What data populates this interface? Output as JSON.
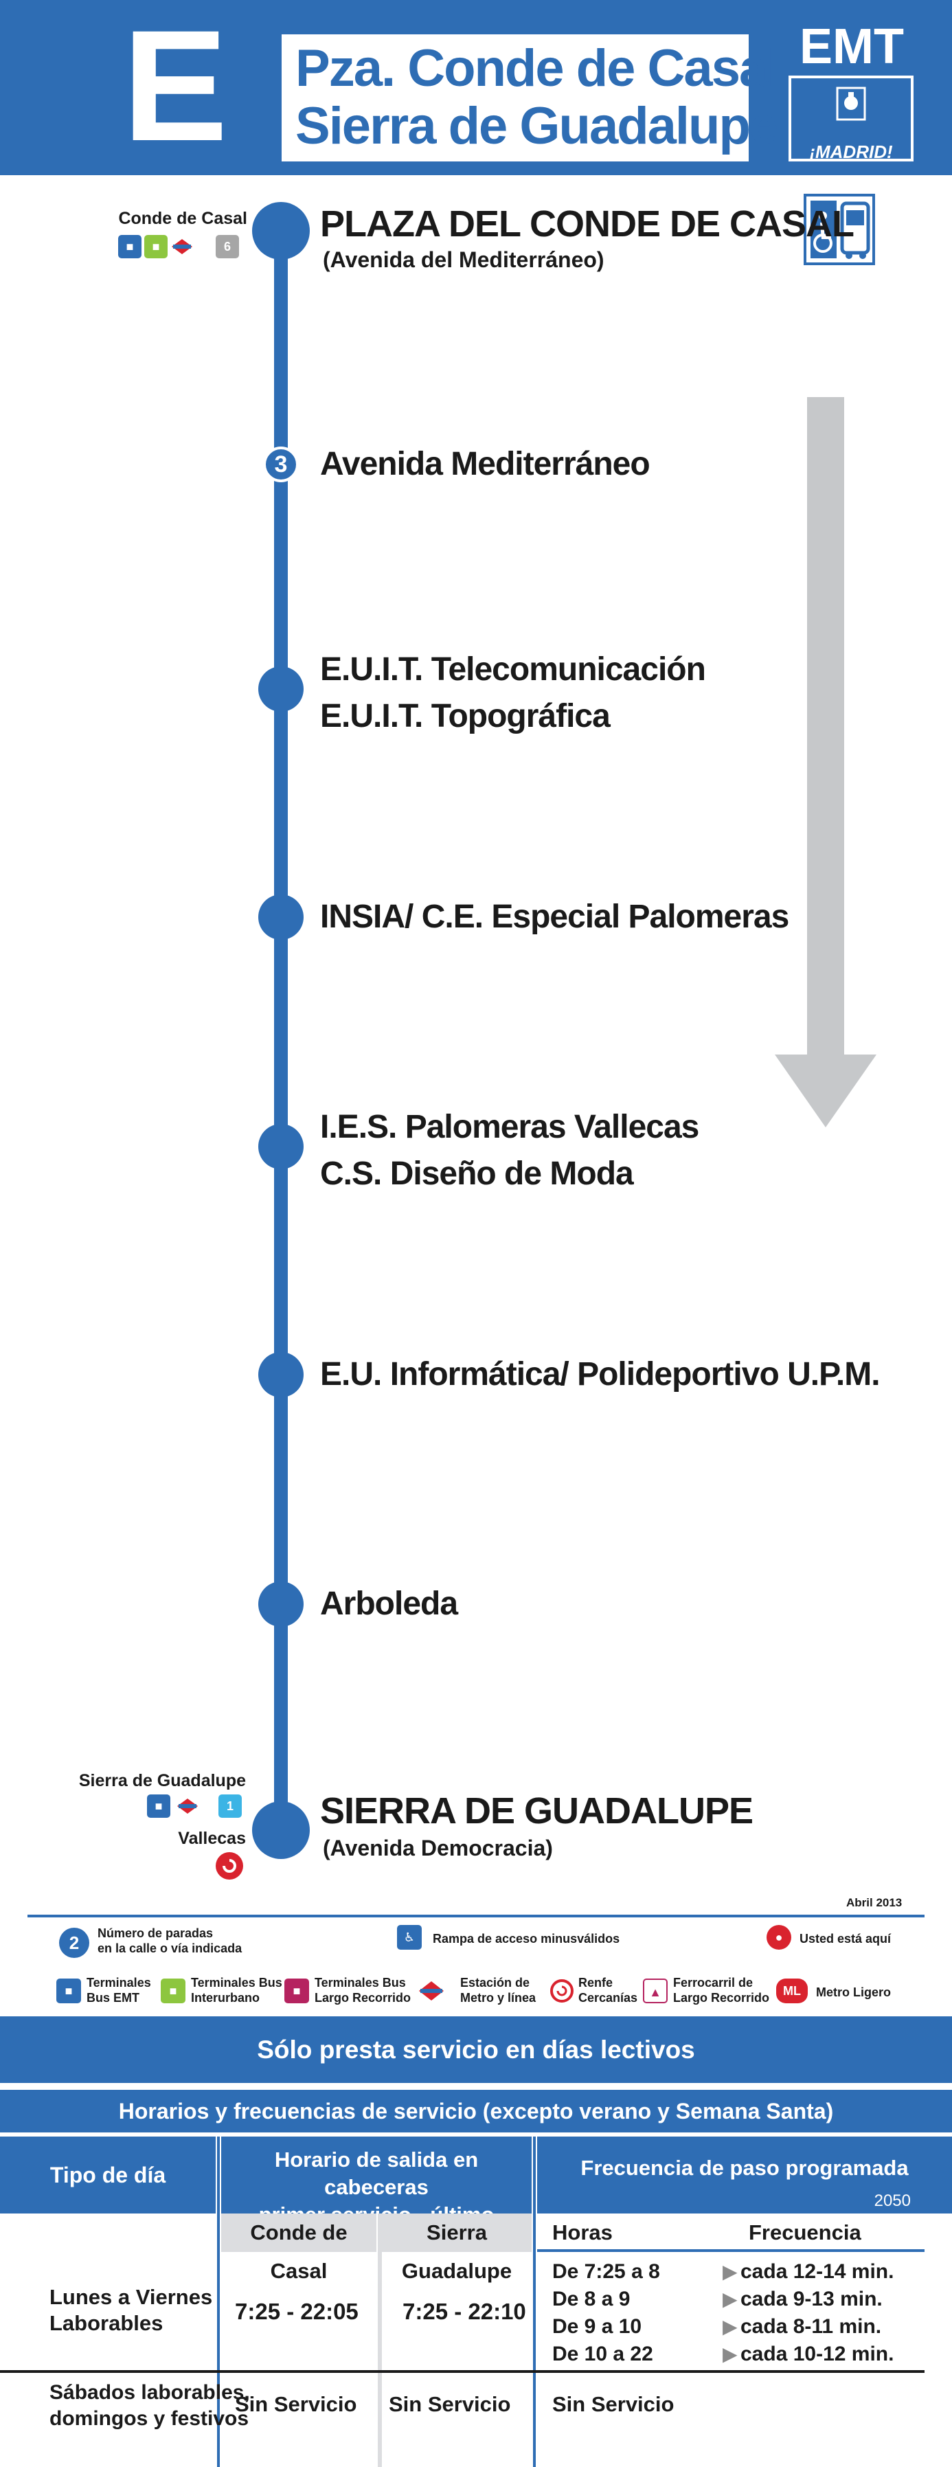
{
  "header": {
    "line": "E",
    "title_line1": "Pza. Conde de Casal",
    "title_line2": "Sierra de Guadalupe",
    "operator": "EMT",
    "city": "¡MADRID!"
  },
  "route": {
    "origin_label": "Conde de Casal",
    "origin_metro_line": "6",
    "stops": [
      {
        "name": "PLAZA DEL CONDE DE CASAL",
        "sub": "(Avenida del Mediterráneo)"
      },
      {
        "name": "Avenida Mediterráneo",
        "count": "3"
      },
      {
        "name": "E.U.I.T. Telecomunicación",
        "name2": "E.U.I.T. Topográfica"
      },
      {
        "name": "INSIA/ C.E. Especial Palomeras"
      },
      {
        "name": "I.E.S. Palomeras Vallecas",
        "name2": "C.S. Diseño de Moda"
      },
      {
        "name": "E.U. Informática/ Polideportivo U.P.M."
      },
      {
        "name": "Arboleda"
      },
      {
        "name": "SIERRA DE GUADALUPE",
        "sub": "(Avenida Democracia)"
      }
    ],
    "dest_label": "Sierra de Guadalupe",
    "dest_metro_line": "1",
    "dest_rail_label": "Vallecas"
  },
  "legend": {
    "date": "Abril 2013",
    "stops_count_example": "2",
    "stops_count_line1": "Número de paradas",
    "stops_count_line2": "en la calle o vía indicada",
    "ramp": "Rampa de acceso minusválidos",
    "here": "Usted está aquí",
    "emt_terminals_1": "Terminales",
    "emt_terminals_2": "Bus EMT",
    "interurban_1": "Terminales Bus",
    "interurban_2": "Interurbano",
    "longdist_1": "Terminales Bus",
    "longdist_2": "Largo Recorrido",
    "metro_1": "Estación de",
    "metro_2": "Metro y línea",
    "renfe_1": "Renfe",
    "renfe_2": "Cercanías",
    "rail_1": "Ferrocarril de",
    "rail_2": "Largo Recorrido",
    "light_rail": "Metro Ligero",
    "light_rail_symbol": "ML"
  },
  "service": {
    "notice": "Sólo presta servicio en días lectivos",
    "schedule_title": "Horarios y frecuencias de servicio (excepto verano y Semana Santa)"
  },
  "table": {
    "col1": "Tipo de día",
    "col2_line1": "Horario de salida en cabeceras",
    "col2_line2": "primer servicio - último servicio",
    "col3": "Frecuencia de paso programada",
    "code": "2050",
    "sub_origin": "Conde de Casal",
    "sub_dest": "Sierra Guadalupe",
    "sub_hours": "Horas",
    "sub_freq": "Frecuencia",
    "weekday_line1": "Lunes a Viernes",
    "weekday_line2": "Laborables",
    "weekday_origin_times": "7:25 - 22:05",
    "weekday_dest_times": "7:25 - 22:10",
    "weekday_rows": [
      {
        "hours": "De 7:25 a 8",
        "freq": "cada 12-14 min."
      },
      {
        "hours": "De 8 a 9",
        "freq": "cada 9-13 min."
      },
      {
        "hours": "De 9 a 10",
        "freq": "cada 8-11 min."
      },
      {
        "hours": "De 10 a 22",
        "freq": "cada 10-12 min."
      }
    ],
    "weekend_line1": "Sábados laborables,",
    "weekend_line2": "domingos y festivos",
    "no_service": "Sin Servicio"
  },
  "colors": {
    "brand_blue": "#2e6db4",
    "arrow_grey": "#c6c8ca",
    "metro_red": "#d9232e"
  }
}
